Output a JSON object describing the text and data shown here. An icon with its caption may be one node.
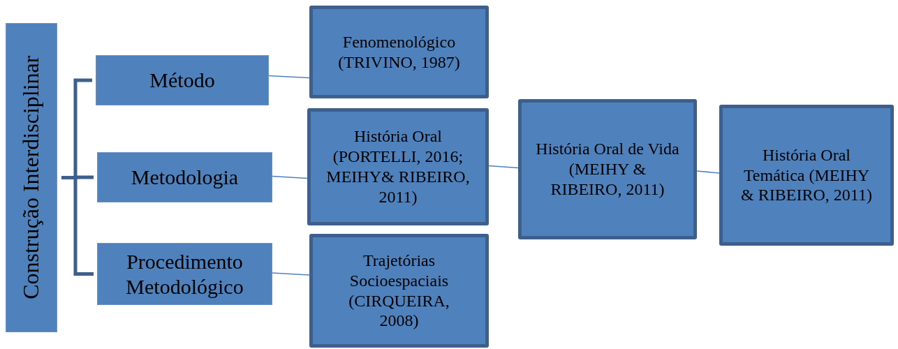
{
  "diagram": {
    "nodes": [
      {
        "text": [
          "Construção Interdisciplinar"
        ]
      },
      {
        "text": [
          "Método"
        ]
      },
      {
        "text": [
          "Metodologia"
        ]
      },
      {
        "text": [
          "Procedimento Metodológico"
        ]
      },
      {
        "text": [
          "Fenomenológico (TRIVINO, 1987)"
        ]
      },
      {
        "text": [
          "História Oral (PORTELLI, 2016; MEIHY& RIBEIRO, 2011)"
        ]
      },
      {
        "text": [
          "Trajetórias Socioespaciais (CIRQUEIRA, 2008)"
        ]
      },
      {
        "text": [
          "História Oral de Vida (MEIHY & RIBEIRO, 2011)"
        ]
      },
      {
        "text": [
          "História Oral Temática (MEIHY & RIBEIRO, 2011)"
        ]
      }
    ],
    "edges": [
      {
        "from": 0,
        "to": 1,
        "arrow": "none",
        "style": "thick",
        "color": "#3d5f8c"
      },
      {
        "from": 0,
        "to": 2,
        "arrow": "none",
        "style": "thick",
        "color": "#3d5f8c"
      },
      {
        "from": 0,
        "to": 3,
        "arrow": "none",
        "style": "thick",
        "color": "#3d5f8c"
      },
      {
        "from": 1,
        "to": 4,
        "arrow": "none"
      },
      {
        "from": 2,
        "to": 5,
        "arrow": "none"
      },
      {
        "from": 3,
        "to": 6,
        "arrow": "none"
      },
      {
        "from": 5,
        "to": 7,
        "arrow": "none"
      },
      {
        "from": 7,
        "to": 8,
        "arrow": "none"
      }
    ]
  }
}
